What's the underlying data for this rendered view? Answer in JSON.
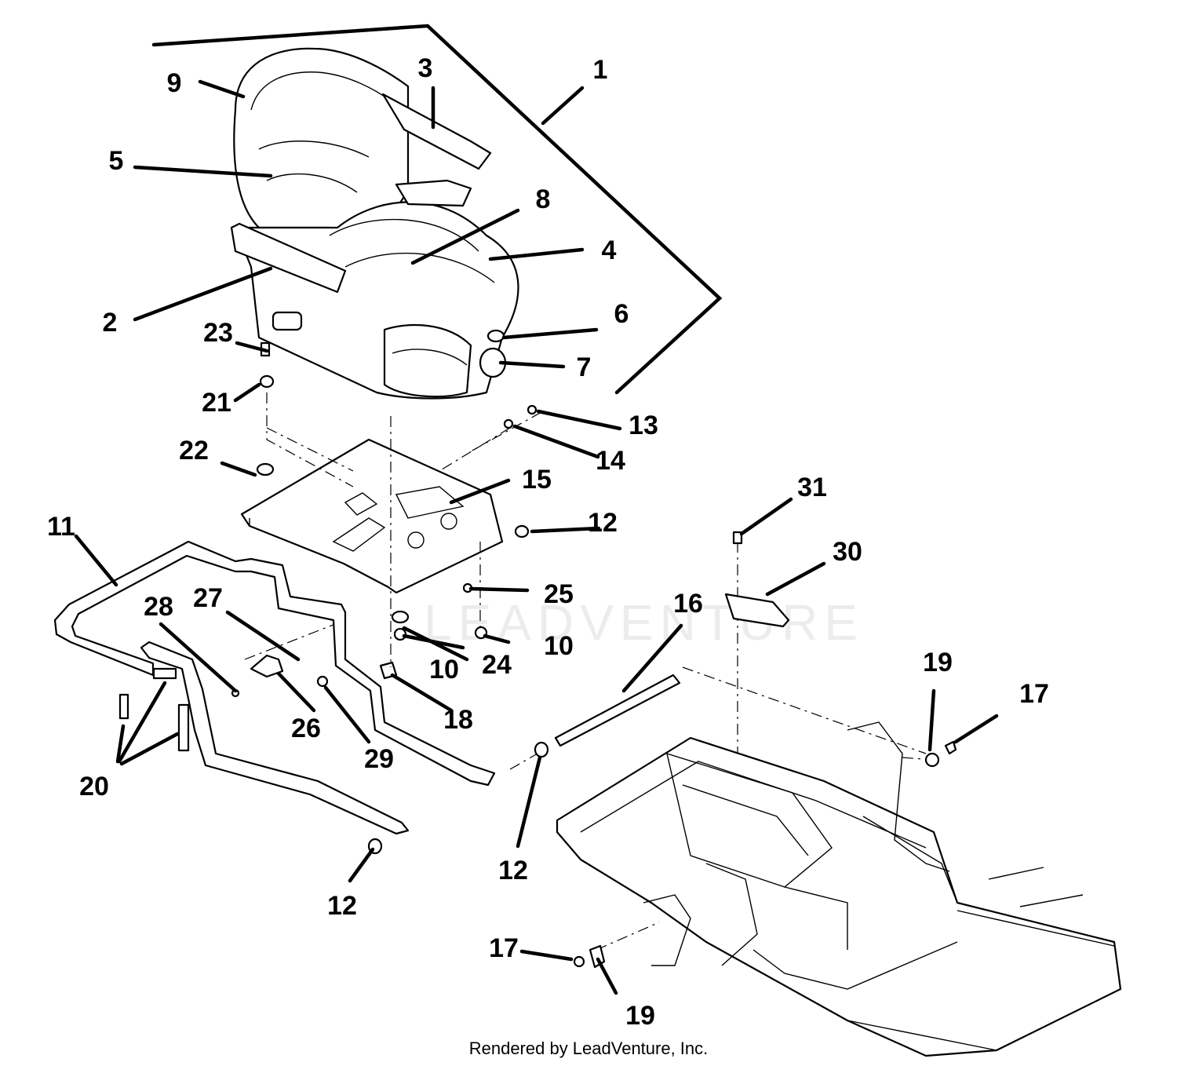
{
  "watermark": "LEADVENTURE",
  "footer": "Rendered by LeadVenture, Inc.",
  "callouts": {
    "c1": "1",
    "c2": "2",
    "c3": "3",
    "c4": "4",
    "c5": "5",
    "c6": "6",
    "c7": "7",
    "c8": "8",
    "c9": "9",
    "c10a": "10",
    "c10b": "10",
    "c11": "11",
    "c12a": "12",
    "c12b": "12",
    "c12c": "12",
    "c13": "13",
    "c14": "14",
    "c15": "15",
    "c16": "16",
    "c17a": "17",
    "c17b": "17",
    "c18": "18",
    "c19a": "19",
    "c19b": "19",
    "c20": "20",
    "c21": "21",
    "c22": "22",
    "c23": "23",
    "c24": "24",
    "c25": "25",
    "c26": "26",
    "c27": "27",
    "c28": "28",
    "c29": "29",
    "c30": "30",
    "c31": "31"
  }
}
